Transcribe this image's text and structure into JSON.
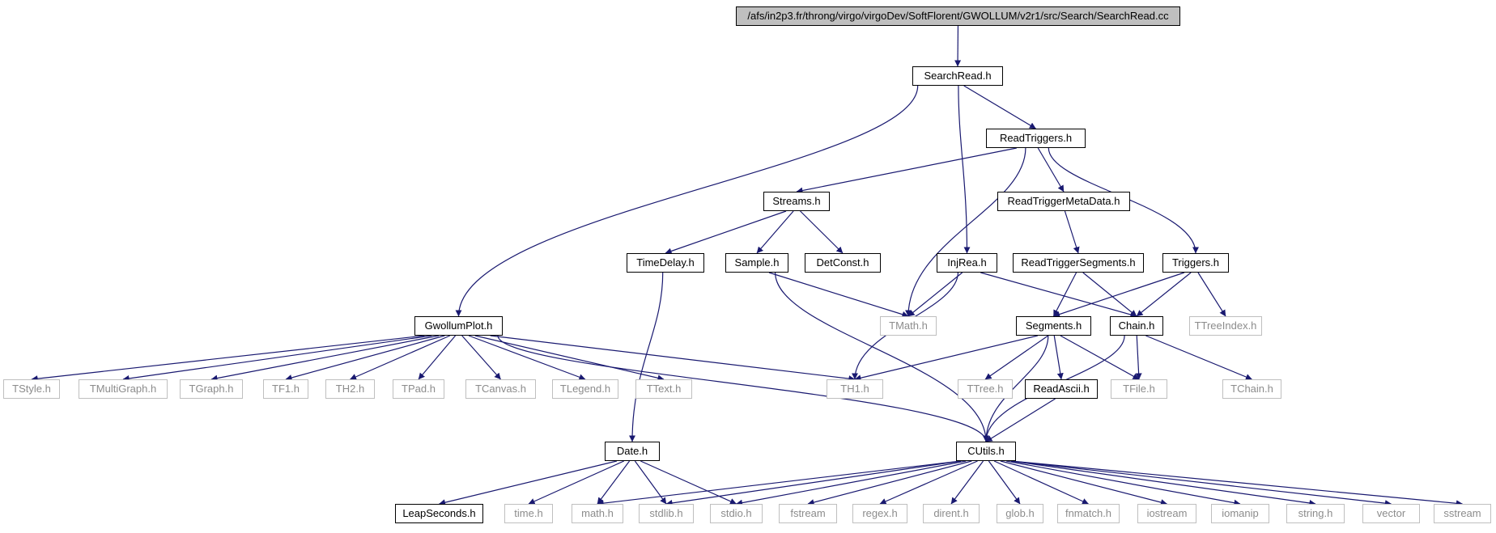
{
  "title": "/afs/in2p3.fr/throng/virgo/virgoDev/SoftFlorent/GWOLLUM/v2r1/src/Search/SearchRead.cc",
  "colors": {
    "edge": "#191970",
    "internal_border": "#000000",
    "external_border": "#bfbfbf",
    "root_fill": "#bfbfbf"
  },
  "nodes": {
    "root": {
      "label": "/afs/in2p3.fr/throng/virgo/virgoDev/SoftFlorent/GWOLLUM/v2r1/src/Search/SearchRead.cc",
      "kind": "root"
    },
    "SearchRead": {
      "label": "SearchRead.h",
      "kind": "internal"
    },
    "ReadTriggers": {
      "label": "ReadTriggers.h",
      "kind": "internal"
    },
    "Streams": {
      "label": "Streams.h",
      "kind": "internal"
    },
    "ReadTriggerMeta": {
      "label": "ReadTriggerMetaData.h",
      "kind": "internal"
    },
    "TimeDelay": {
      "label": "TimeDelay.h",
      "kind": "internal"
    },
    "Sample": {
      "label": "Sample.h",
      "kind": "internal"
    },
    "DetConst": {
      "label": "DetConst.h",
      "kind": "internal"
    },
    "InjRea": {
      "label": "InjRea.h",
      "kind": "internal"
    },
    "ReadTriggerSeg": {
      "label": "ReadTriggerSegments.h",
      "kind": "internal"
    },
    "Triggers": {
      "label": "Triggers.h",
      "kind": "internal"
    },
    "GwollumPlot": {
      "label": "GwollumPlot.h",
      "kind": "internal"
    },
    "TMath": {
      "label": "TMath.h",
      "kind": "external"
    },
    "Segments": {
      "label": "Segments.h",
      "kind": "internal"
    },
    "Chain": {
      "label": "Chain.h",
      "kind": "internal"
    },
    "TTreeIndex": {
      "label": "TTreeIndex.h",
      "kind": "external"
    },
    "TStyle": {
      "label": "TStyle.h",
      "kind": "external"
    },
    "TMultiGraph": {
      "label": "TMultiGraph.h",
      "kind": "external"
    },
    "TGraph": {
      "label": "TGraph.h",
      "kind": "external"
    },
    "TF1": {
      "label": "TF1.h",
      "kind": "external"
    },
    "TH2": {
      "label": "TH2.h",
      "kind": "external"
    },
    "TPad": {
      "label": "TPad.h",
      "kind": "external"
    },
    "TCanvas": {
      "label": "TCanvas.h",
      "kind": "external"
    },
    "TLegend": {
      "label": "TLegend.h",
      "kind": "external"
    },
    "TText": {
      "label": "TText.h",
      "kind": "external"
    },
    "TH1": {
      "label": "TH1.h",
      "kind": "external"
    },
    "TTree": {
      "label": "TTree.h",
      "kind": "external"
    },
    "ReadAscii": {
      "label": "ReadAscii.h",
      "kind": "internal"
    },
    "TFile": {
      "label": "TFile.h",
      "kind": "external"
    },
    "TChain": {
      "label": "TChain.h",
      "kind": "external"
    },
    "Date": {
      "label": "Date.h",
      "kind": "internal"
    },
    "CUtils": {
      "label": "CUtils.h",
      "kind": "internal"
    },
    "LeapSeconds": {
      "label": "LeapSeconds.h",
      "kind": "internal"
    },
    "time": {
      "label": "time.h",
      "kind": "external"
    },
    "math": {
      "label": "math.h",
      "kind": "external"
    },
    "stdlib": {
      "label": "stdlib.h",
      "kind": "external"
    },
    "stdio": {
      "label": "stdio.h",
      "kind": "external"
    },
    "fstream": {
      "label": "fstream",
      "kind": "external"
    },
    "regex": {
      "label": "regex.h",
      "kind": "external"
    },
    "dirent": {
      "label": "dirent.h",
      "kind": "external"
    },
    "glob": {
      "label": "glob.h",
      "kind": "external"
    },
    "fnmatch": {
      "label": "fnmatch.h",
      "kind": "external"
    },
    "iostream": {
      "label": "iostream",
      "kind": "external"
    },
    "iomanip": {
      "label": "iomanip",
      "kind": "external"
    },
    "string": {
      "label": "string.h",
      "kind": "external"
    },
    "vector": {
      "label": "vector",
      "kind": "external"
    },
    "sstream": {
      "label": "sstream",
      "kind": "external"
    }
  },
  "edges": [
    [
      "root",
      "SearchRead"
    ],
    [
      "SearchRead",
      "GwollumPlot"
    ],
    [
      "SearchRead",
      "InjRea"
    ],
    [
      "SearchRead",
      "ReadTriggers"
    ],
    [
      "ReadTriggers",
      "Streams"
    ],
    [
      "ReadTriggers",
      "TMath"
    ],
    [
      "ReadTriggers",
      "ReadTriggerMeta"
    ],
    [
      "ReadTriggers",
      "Triggers"
    ],
    [
      "Streams",
      "TimeDelay"
    ],
    [
      "Streams",
      "Sample"
    ],
    [
      "Streams",
      "DetConst"
    ],
    [
      "ReadTriggerMeta",
      "ReadTriggerSeg"
    ],
    [
      "InjRea",
      "TMath"
    ],
    [
      "InjRea",
      "TH1"
    ],
    [
      "InjRea",
      "Chain"
    ],
    [
      "Sample",
      "TMath"
    ],
    [
      "Sample",
      "CUtils"
    ],
    [
      "TimeDelay",
      "Date"
    ],
    [
      "ReadTriggerSeg",
      "Segments"
    ],
    [
      "ReadTriggerSeg",
      "Chain"
    ],
    [
      "Triggers",
      "Segments"
    ],
    [
      "Triggers",
      "Chain"
    ],
    [
      "Triggers",
      "TTreeIndex"
    ],
    [
      "GwollumPlot",
      "TStyle"
    ],
    [
      "GwollumPlot",
      "TMultiGraph"
    ],
    [
      "GwollumPlot",
      "TGraph"
    ],
    [
      "GwollumPlot",
      "TF1"
    ],
    [
      "GwollumPlot",
      "TH2"
    ],
    [
      "GwollumPlot",
      "TPad"
    ],
    [
      "GwollumPlot",
      "TCanvas"
    ],
    [
      "GwollumPlot",
      "TLegend"
    ],
    [
      "GwollumPlot",
      "TText"
    ],
    [
      "GwollumPlot",
      "TH1"
    ],
    [
      "GwollumPlot",
      "CUtils"
    ],
    [
      "Segments",
      "TH1"
    ],
    [
      "Segments",
      "TTree"
    ],
    [
      "Segments",
      "ReadAscii"
    ],
    [
      "Segments",
      "TFile"
    ],
    [
      "Segments",
      "CUtils"
    ],
    [
      "Chain",
      "TFile"
    ],
    [
      "Chain",
      "TChain"
    ],
    [
      "Chain",
      "CUtils"
    ],
    [
      "ReadAscii",
      "CUtils"
    ],
    [
      "Date",
      "LeapSeconds"
    ],
    [
      "Date",
      "time"
    ],
    [
      "Date",
      "math"
    ],
    [
      "Date",
      "stdlib"
    ],
    [
      "Date",
      "stdio"
    ],
    [
      "CUtils",
      "math"
    ],
    [
      "CUtils",
      "stdlib"
    ],
    [
      "CUtils",
      "stdio"
    ],
    [
      "CUtils",
      "fstream"
    ],
    [
      "CUtils",
      "regex"
    ],
    [
      "CUtils",
      "dirent"
    ],
    [
      "CUtils",
      "glob"
    ],
    [
      "CUtils",
      "fnmatch"
    ],
    [
      "CUtils",
      "iostream"
    ],
    [
      "CUtils",
      "iomanip"
    ],
    [
      "CUtils",
      "string"
    ],
    [
      "CUtils",
      "vector"
    ],
    [
      "CUtils",
      "sstream"
    ]
  ]
}
